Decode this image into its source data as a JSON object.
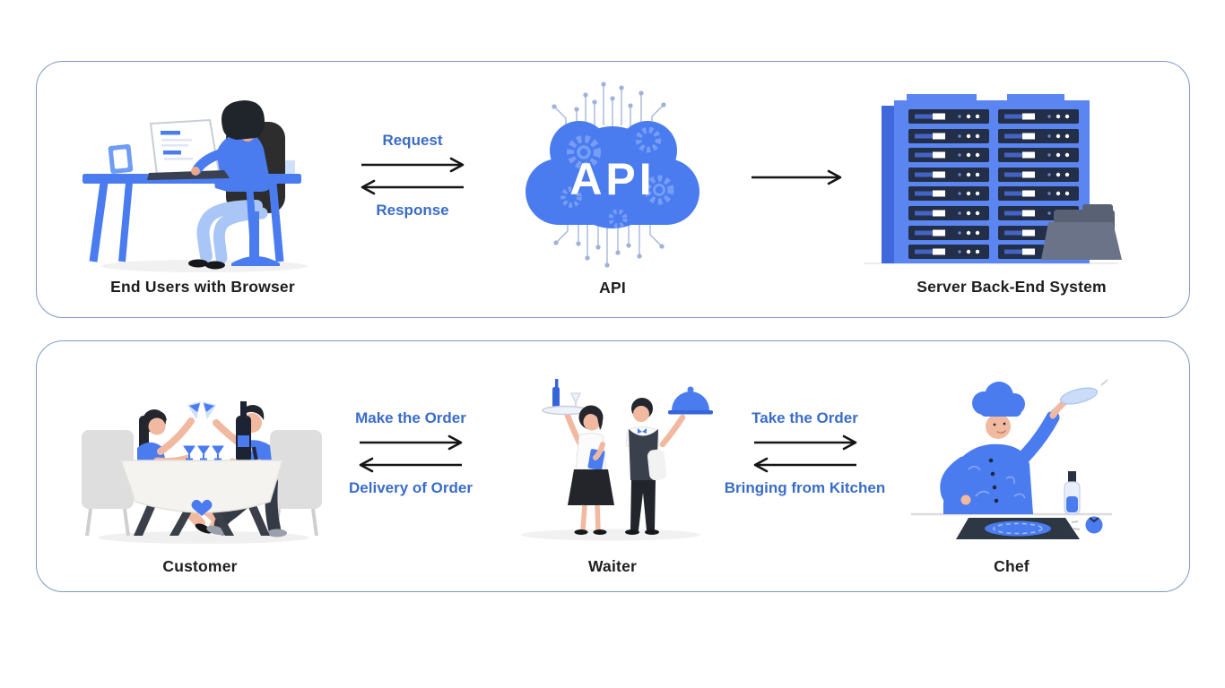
{
  "top_panel": {
    "left_node_label": "End Users with Browser",
    "center_node_label": "API",
    "right_node_label": "Server Back-End System",
    "request_label": "Request",
    "response_label": "Response",
    "cloud_text": "API"
  },
  "bottom_panel": {
    "left_node_label": "Customer",
    "center_node_label": "Waiter",
    "right_node_label": "Chef",
    "order_forward_label": "Make the Order",
    "order_back_label": "Delivery of Order",
    "kitchen_forward_label": "Take the Order",
    "kitchen_back_label": "Bringing from Kitchen"
  },
  "colors": {
    "flow_label_blue": "#3a6cc9",
    "arrow_black": "#151515",
    "panel_border_blue": "#8099c4",
    "illustration_primary_blue": "#4a7cf0"
  }
}
